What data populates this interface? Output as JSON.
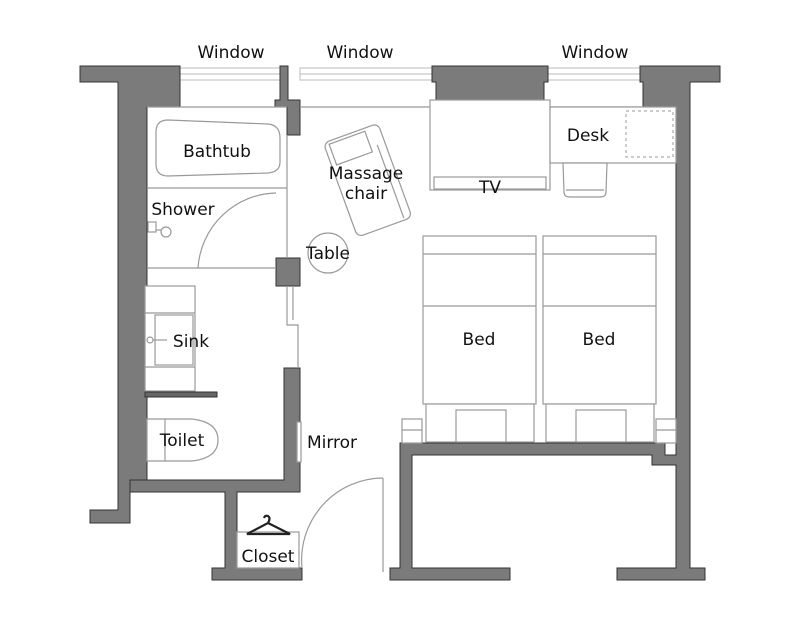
{
  "title": "Hotel room floor plan",
  "labels": {
    "window_left": "Window",
    "window_center": "Window",
    "window_right": "Window",
    "bathtub": "Bathtub",
    "shower": "Shower",
    "sink": "Sink",
    "toilet": "Toilet",
    "closet": "Closet",
    "mirror": "Mirror",
    "massage_chair_1": "Massage",
    "massage_chair_2": "chair",
    "table": "Table",
    "tv": "TV",
    "desk": "Desk",
    "bed_1": "Bed",
    "bed_2": "Bed"
  },
  "colors": {
    "wall": "#7b7b7b",
    "furniture_line": "#999999"
  }
}
